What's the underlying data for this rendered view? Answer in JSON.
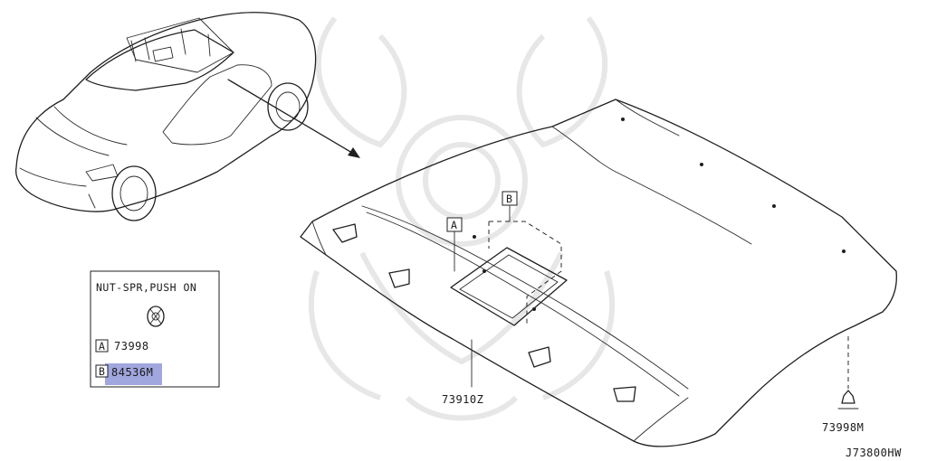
{
  "legend": {
    "title": "NUT-SPR,PUSH ON",
    "rows": [
      {
        "letter": "A",
        "part": "73998"
      },
      {
        "letter": "B",
        "part": "84536M"
      }
    ],
    "highlight_color": "#8f96d8"
  },
  "callouts": {
    "marker_a": "A",
    "marker_b": "B",
    "headlining": "73910Z",
    "clip": "73998M"
  },
  "diagram_code": "J73800HW",
  "icons": [
    "car-icon",
    "watermark-logo",
    "push-nut-icon",
    "clip-icon",
    "arrow-icon"
  ]
}
